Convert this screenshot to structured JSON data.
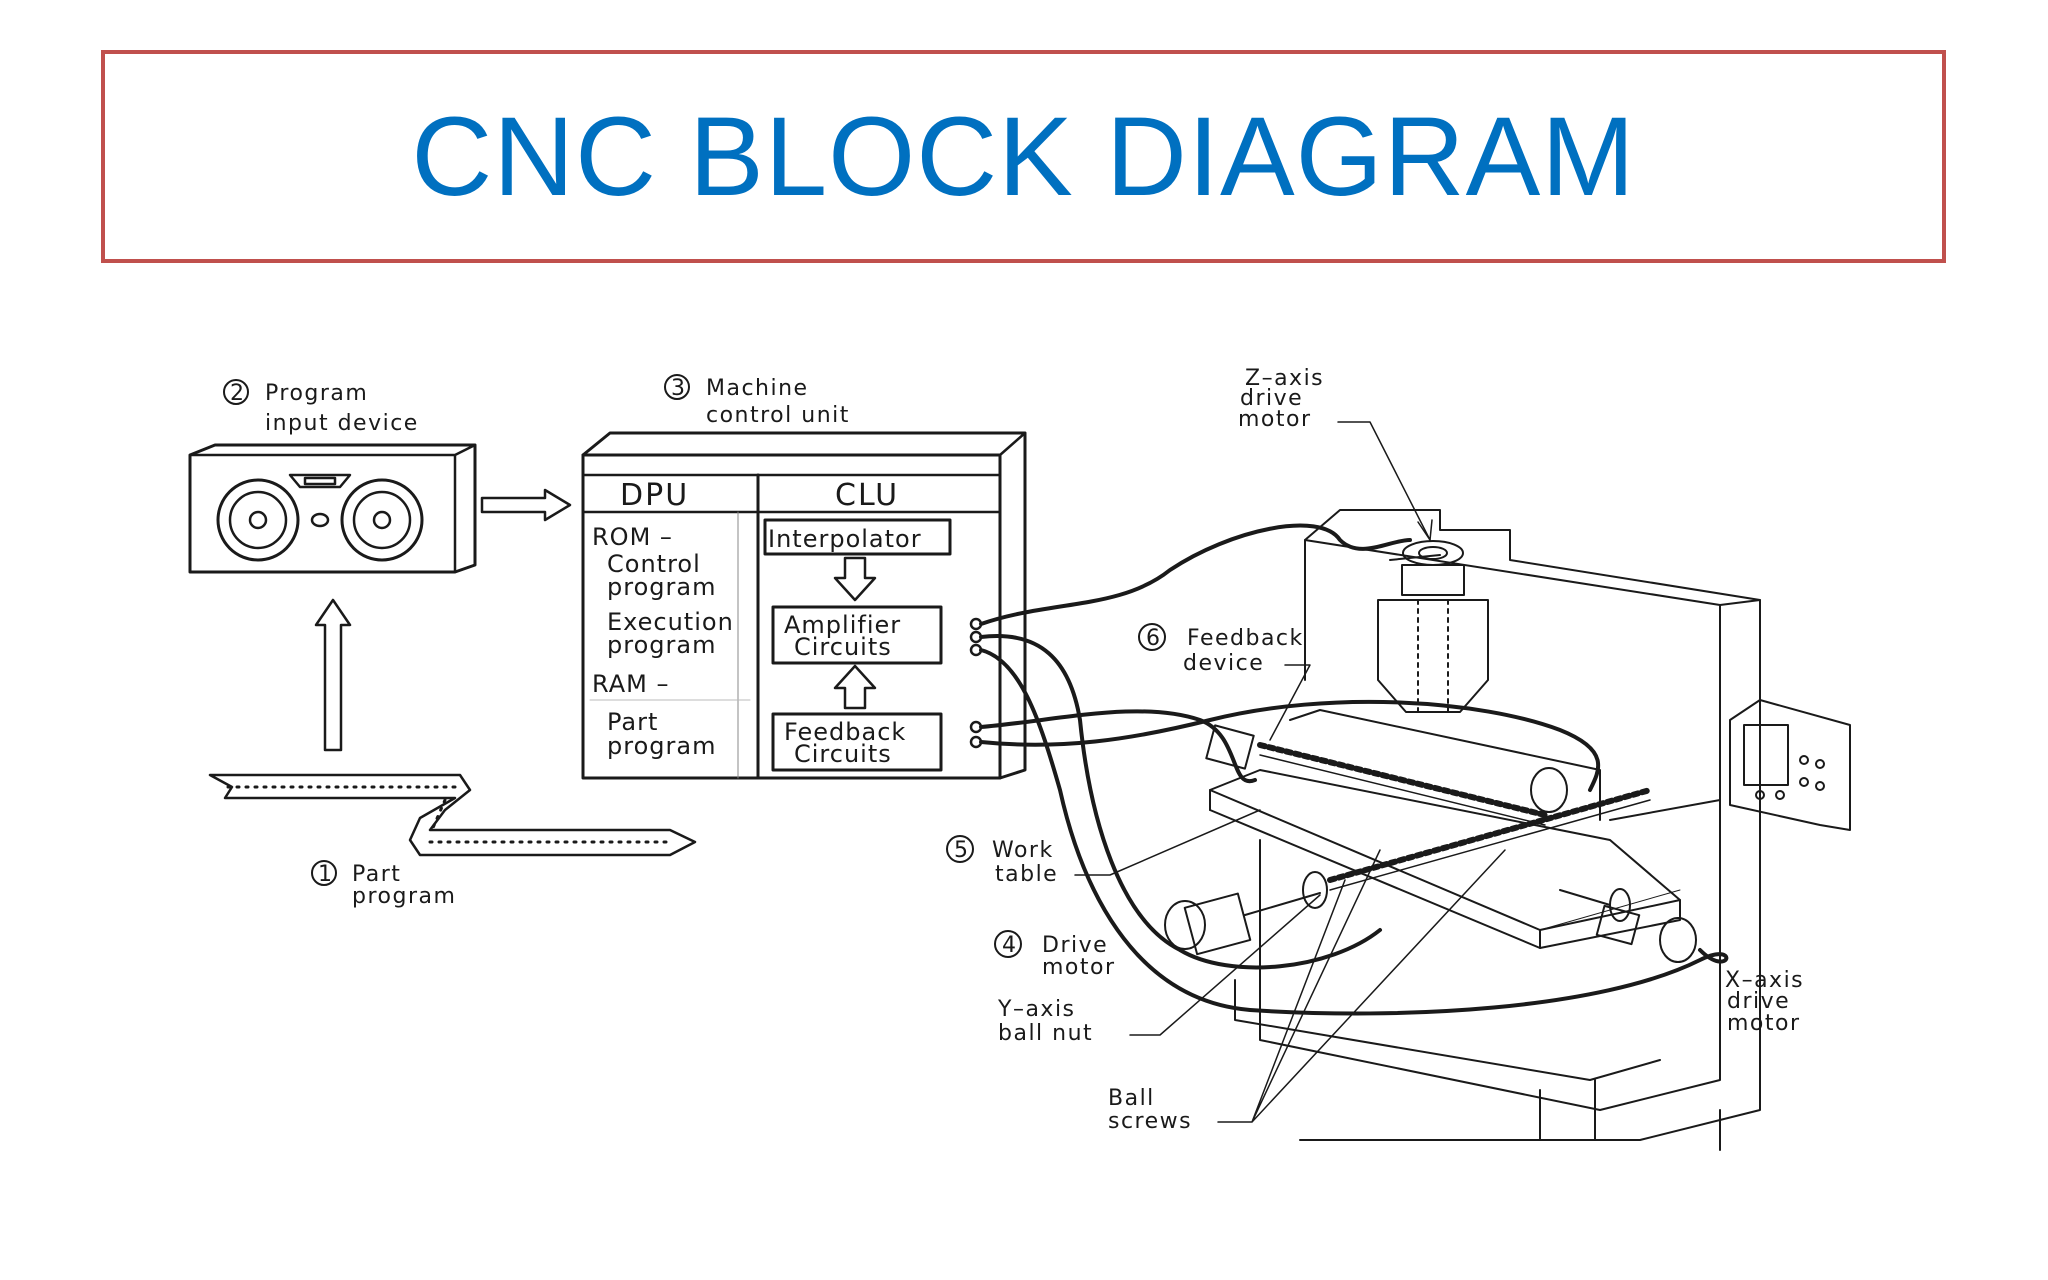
{
  "slide": {
    "title": "CNC BLOCK DIAGRAM"
  },
  "diagram": {
    "program_input_device": {
      "number": "2",
      "line1": "Program",
      "line2": "input device"
    },
    "part_program": {
      "number": "1",
      "line1": "Part",
      "line2": "program"
    },
    "machine_control_unit": {
      "number": "3",
      "line1": "Machine",
      "line2": "control unit"
    },
    "dpu": {
      "header": "DPU",
      "rom": "ROM  –",
      "control_1": "Control",
      "control_2": "program",
      "exec_1": "Execution",
      "exec_2": "program",
      "ram": "RAM  –",
      "part_1": "Part",
      "part_2": "program"
    },
    "clu": {
      "header": "CLU",
      "interpolator": "Interpolator",
      "amp_1": "Amplifier",
      "amp_2": "Circuits",
      "fb_1": "Feedback",
      "fb_2": "Circuits"
    },
    "z_axis": {
      "line1": "Z–axis",
      "line2": "drive",
      "line3": "motor"
    },
    "feedback_device": {
      "number": "6",
      "line1": "Feedback",
      "line2": "device"
    },
    "work_table": {
      "number": "5",
      "line1": "Work",
      "line2": "table"
    },
    "drive_motor": {
      "number": "4",
      "line1": "Drive",
      "line2": "motor"
    },
    "y_axis_ball_nut": {
      "line1": "Y–axis",
      "line2": "ball  nut"
    },
    "ball_screws": {
      "line1": "Ball",
      "line2": "screws"
    },
    "x_axis": {
      "line1": "X–axis",
      "line2": "drive",
      "line3": "motor"
    }
  }
}
